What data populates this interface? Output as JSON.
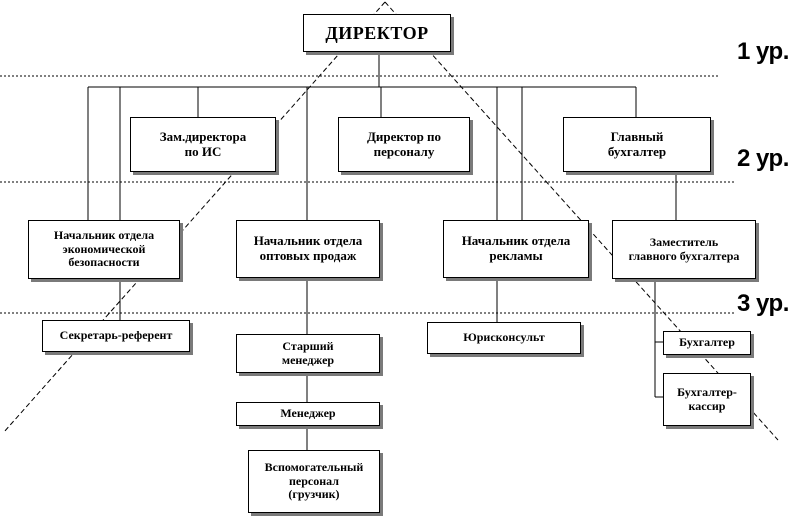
{
  "levels": [
    {
      "id": "l1",
      "label": "1 ур."
    },
    {
      "id": "l2",
      "label": "2 ур."
    },
    {
      "id": "l3",
      "label": "3 ур."
    }
  ],
  "nodes": {
    "director": "ДИРЕКТОР",
    "deputy_is": "Зам.директора\nпо ИС",
    "hr_director": "Директор по\nперсоналу",
    "chief_accountant": "Главный\nбухгалтер",
    "security_head": "Начальник отдела\nэкономической\nбезопасности",
    "wholesale_head": "Начальник отдела\nоптовых продаж",
    "advertising_head": "Начальник отдела\nрекламы",
    "deputy_chief_accountant": "Заместитель\nглавного бухгалтера",
    "secretary": "Секретарь-референт",
    "senior_manager": "Старший\nменеджер",
    "manager": "Менеджер",
    "auxiliary_staff": "Вспомогательный\nперсонал\n(грузчик)",
    "legal_advisor": "Юрисконсульт",
    "accountant": "Бухгалтер",
    "accountant_cashier": "Бухгалтер-\nкассир"
  }
}
